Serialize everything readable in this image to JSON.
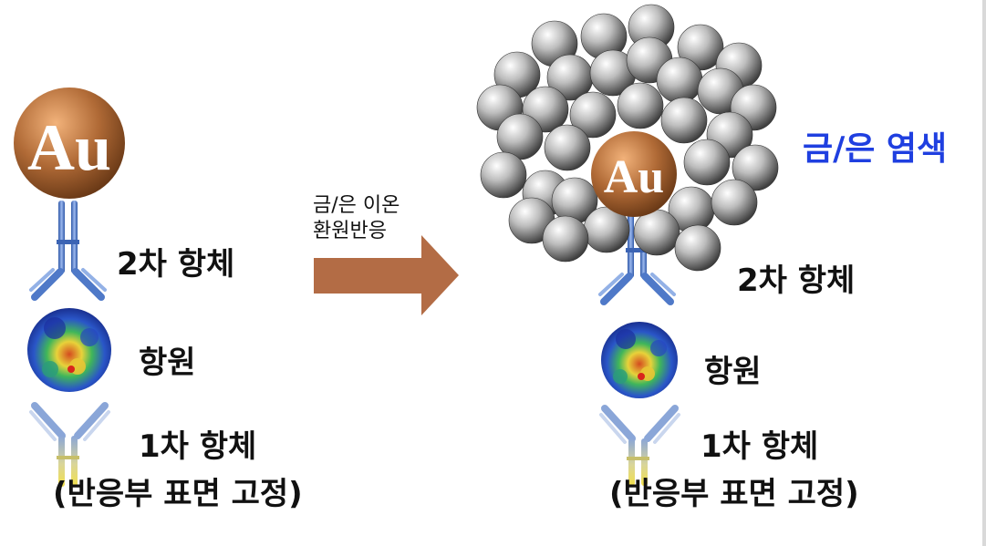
{
  "left_panel": {
    "gold_label": "Au",
    "secondary_antibody": "2차 항체",
    "antigen": "항원",
    "primary_antibody": "1차 항체",
    "surface_fixed": "(반응부 표면 고정)"
  },
  "arrow": {
    "line1": "금/은 이온",
    "line2": "환원반응",
    "color": "#b36c45"
  },
  "right_panel": {
    "gold_label": "Au",
    "stain_label": "금/은 염색",
    "secondary_antibody": "2차 항체",
    "antigen": "항원",
    "primary_antibody": "1차 항체",
    "surface_fixed": "(반응부 표면 고정)"
  },
  "colors": {
    "gold_particle": "#b06a36",
    "silver_particle": "#8c8c8c",
    "stain_text": "#1f3fe0",
    "antibody_blue": "#4f79c8",
    "antibody_yellow": "#e8d44a"
  }
}
